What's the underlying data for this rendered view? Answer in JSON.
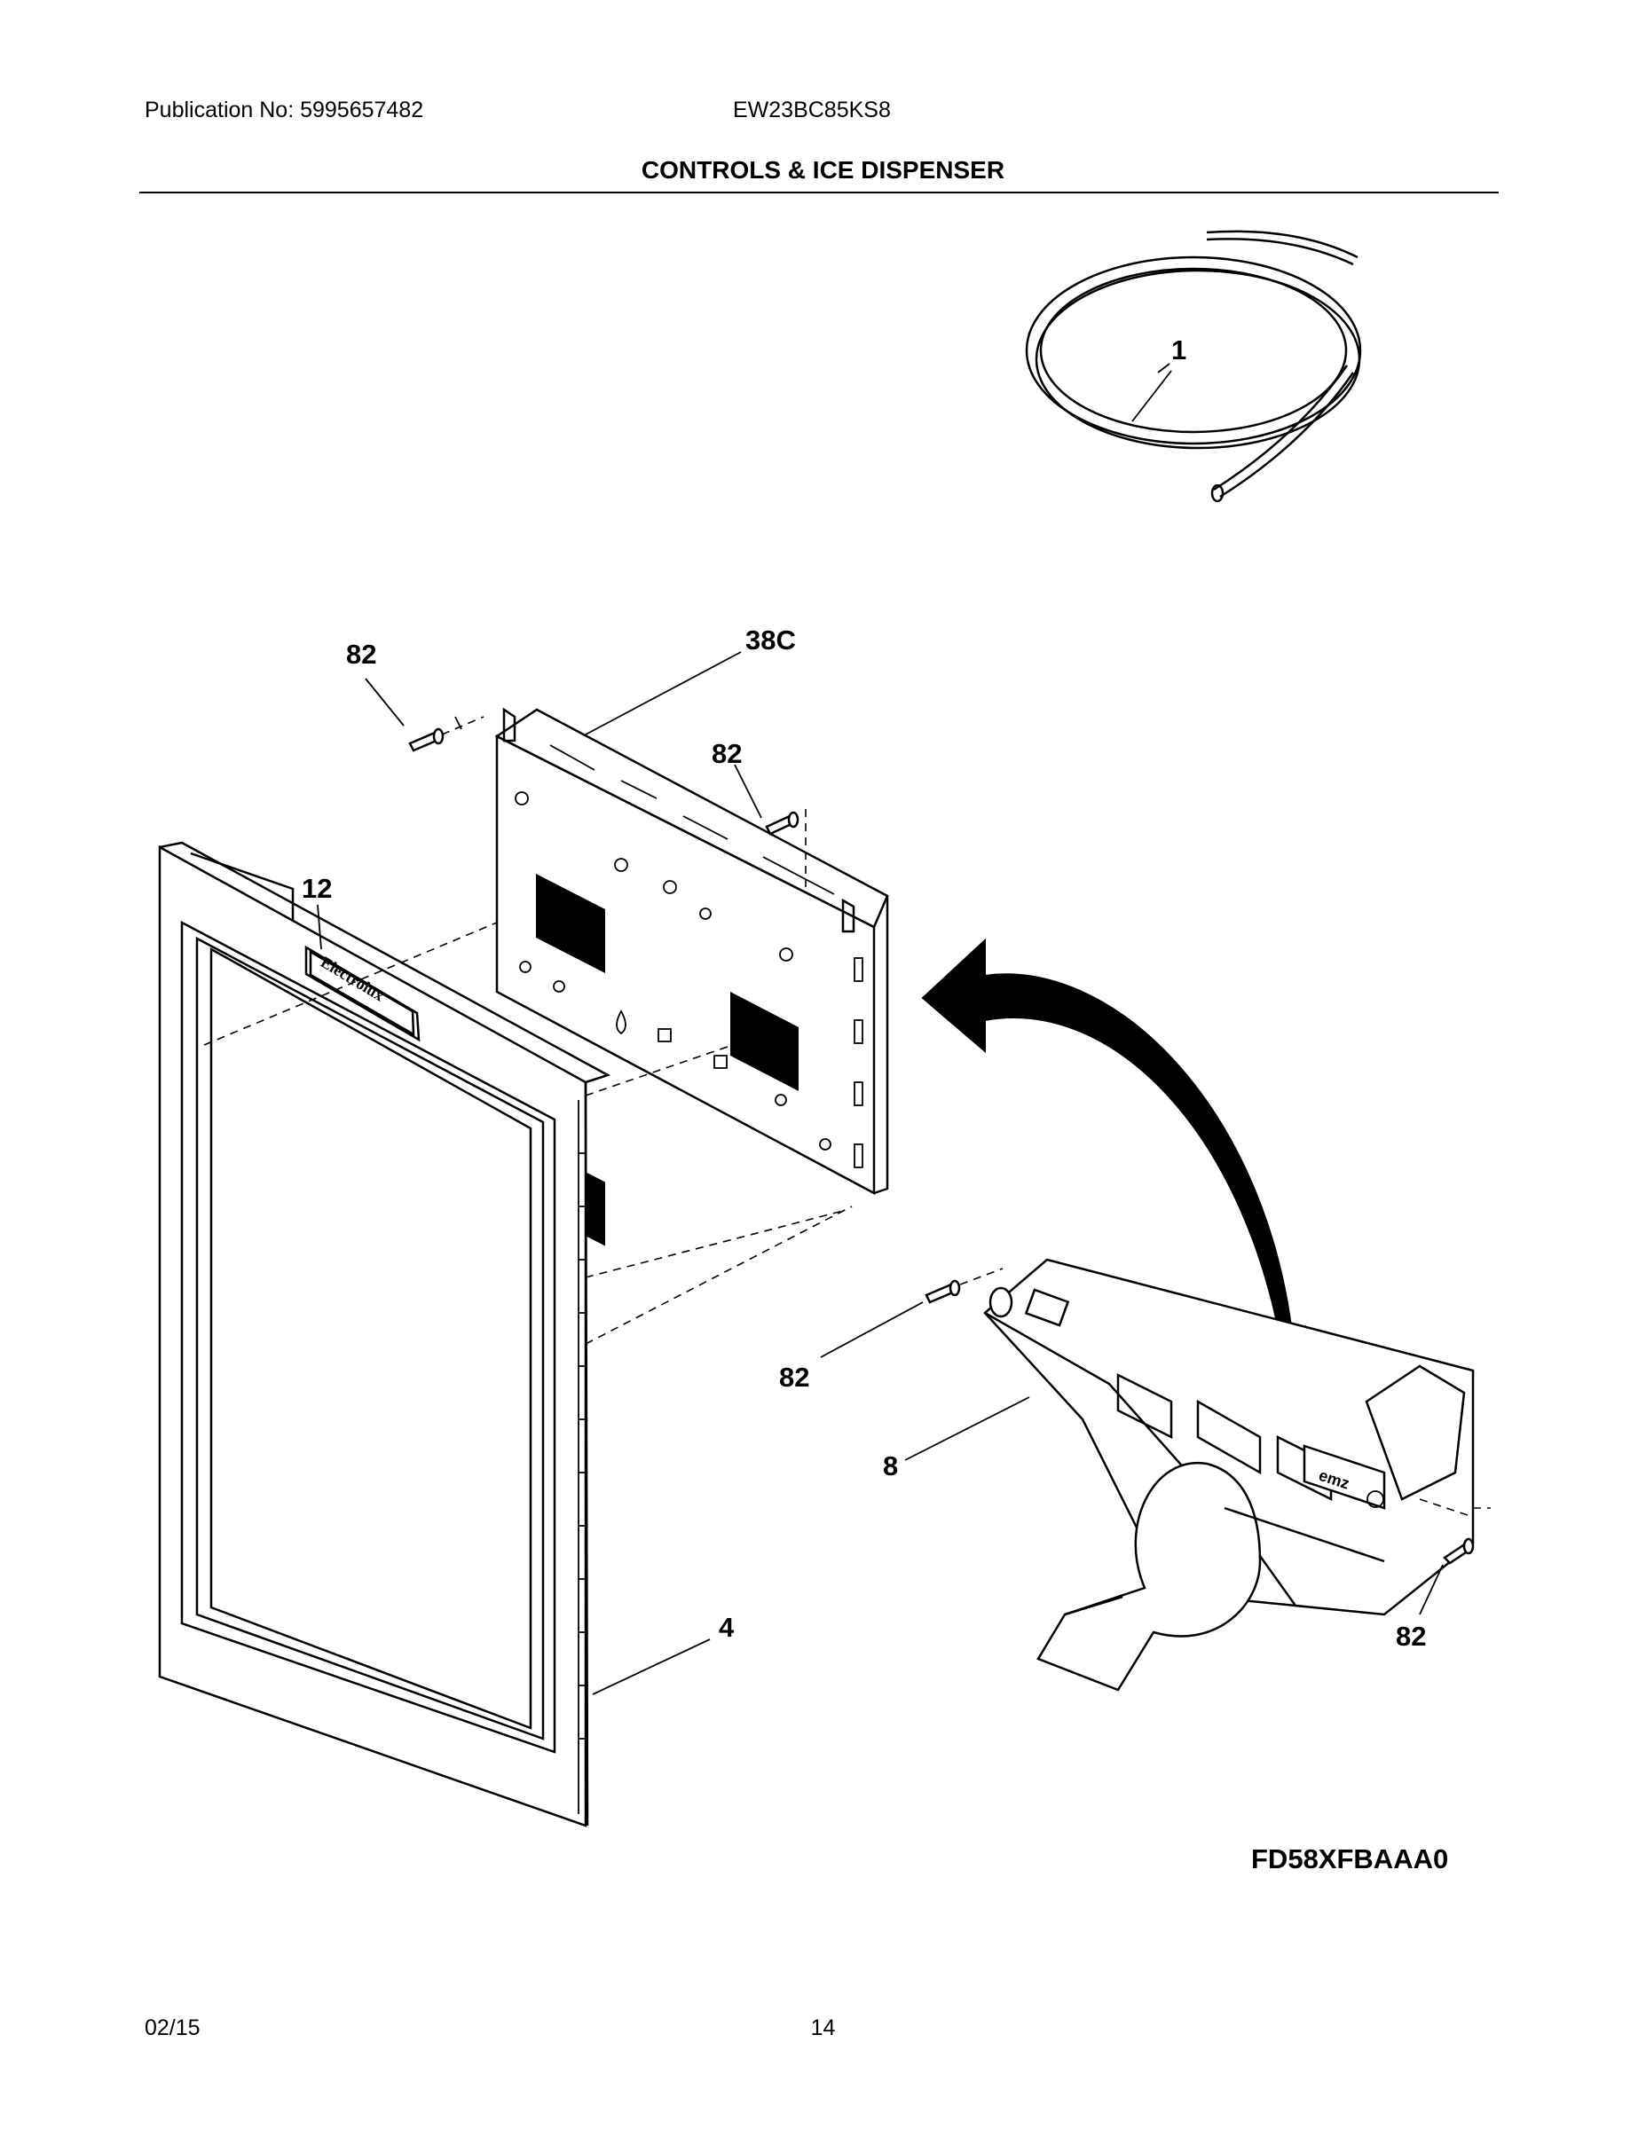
{
  "header": {
    "publication": "Publication No: 5995657482",
    "model": "EW23BC85KS8",
    "section_title": "CONTROLS & ICE DISPENSER"
  },
  "callouts": {
    "tubing": "1",
    "control_board": "38C",
    "screw_top_left": "82",
    "screw_top_right": "82",
    "nameplate": "12",
    "bezel": "4",
    "dispenser_housing": "8",
    "screw_lower_left": "82",
    "screw_lower_right": "82"
  },
  "logo_text": "Electrolux",
  "figure_code": "FD58XFBAAA0",
  "footer": {
    "date": "02/15",
    "page": "14"
  }
}
